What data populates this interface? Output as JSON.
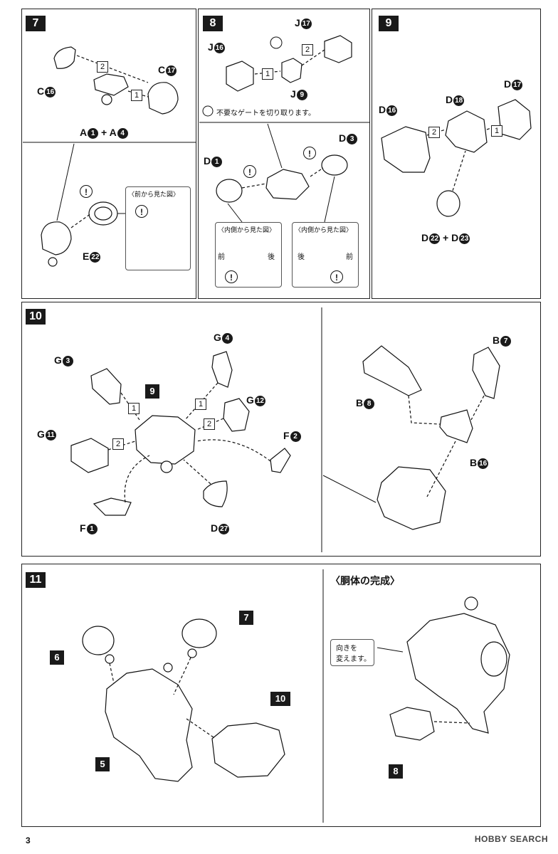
{
  "steps": {
    "s7": "7",
    "s8": "8",
    "s9": "9",
    "s10": "10",
    "s11": "11",
    "s10_inner": "9"
  },
  "step7": {
    "c16": "C",
    "c16n": "16",
    "c17": "C",
    "c17n": "17",
    "a1": "A",
    "a1n": "1",
    "plus": "+",
    "a4": "A",
    "a4n": "4",
    "e22": "E",
    "e22n": "22",
    "box_title": "〈前から見た図〉",
    "sq1": "1",
    "sq2": "2"
  },
  "step8": {
    "j17": "J",
    "j17n": "17",
    "j16": "J",
    "j16n": "16",
    "j9": "J",
    "j9n": "9",
    "gate_note": "不要なゲートを切り取ります。",
    "d1": "D",
    "d1n": "1",
    "d3": "D",
    "d3n": "3",
    "box_left_title": "〈内側から見た図〉",
    "box_right_title": "〈内側から見た図〉",
    "front": "前",
    "back": "後",
    "back2": "後",
    "front2": "前",
    "sq1": "1",
    "sq2": "2"
  },
  "step9": {
    "d16": "D",
    "d16n": "16",
    "d18": "D",
    "d18n": "18",
    "d17": "D",
    "d17n": "17",
    "d22": "D",
    "d22n": "22",
    "plus": "+",
    "d23": "D",
    "d23n": "23",
    "sq1": "1",
    "sq2": "2"
  },
  "step10": {
    "g3": "G",
    "g3n": "3",
    "g4": "G",
    "g4n": "4",
    "g12": "G",
    "g12n": "12",
    "g11": "G",
    "g11n": "11",
    "f2": "F",
    "f2n": "2",
    "f1": "F",
    "f1n": "1",
    "d27": "D",
    "d27n": "27",
    "b7": "B",
    "b7n": "7",
    "b8": "B",
    "b8n": "8",
    "b16": "B",
    "b16n": "16",
    "sq1a": "1",
    "sq1b": "1",
    "sq2a": "2",
    "sq2b": "2"
  },
  "step11": {
    "p6": "6",
    "p7": "7",
    "p5": "5",
    "p10": "10",
    "section_title": "〈胴体の完成〉",
    "turn_note_1": "向きを",
    "turn_note_2": "変えます。",
    "p8": "8"
  },
  "footer": {
    "page": "3",
    "logo": "HOBBY SEARCH"
  }
}
